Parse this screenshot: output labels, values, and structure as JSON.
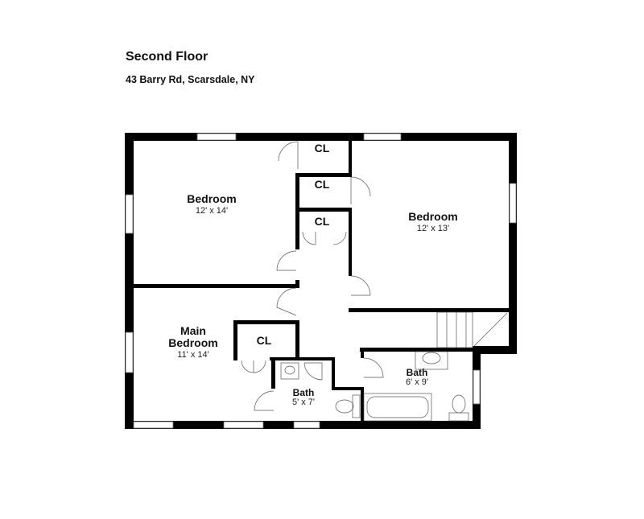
{
  "header": {
    "title": "Second Floor",
    "address": "43 Barry Rd, Scarsdale, NY"
  },
  "rooms": [
    {
      "name": "Bedroom",
      "size": "12' x 14'"
    },
    {
      "name": "Bedroom",
      "size": "12' x 13'"
    },
    {
      "name_line1": "Main",
      "name_line2": "Bedroom",
      "size": "11' x 14'"
    },
    {
      "name": "Bath",
      "size": "5' x 7'"
    },
    {
      "name": "Bath",
      "size": "6' x 9'"
    }
  ],
  "closets": [
    "CL",
    "CL",
    "CL",
    "CL"
  ]
}
